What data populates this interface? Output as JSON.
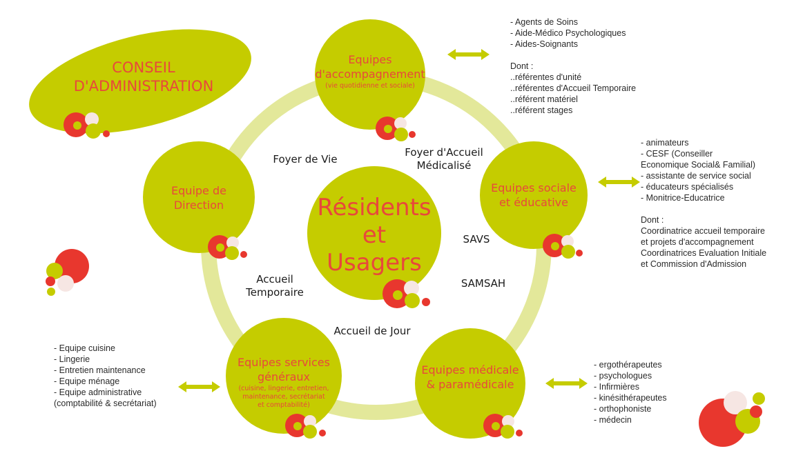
{
  "center": {
    "title": "Résidents\net\nUsagers"
  },
  "conseil": {
    "title": "CONSEIL\nD'ADMINISTRATION"
  },
  "nodes": {
    "accompagnement": {
      "title": "Equipes\nd'accompagnement",
      "subtitle": "(vie quotidienne et sociale)"
    },
    "sociale": {
      "title": "Equipes sociale\net éducative"
    },
    "medicale": {
      "title": "Equipes médicale\n& paramédicale"
    },
    "generaux": {
      "title": "Equipes  services\ngénéraux",
      "subtitle": "(cuisine, lingerie, entretien,\nmaintenance, secrétariat\net comptabilité)"
    },
    "direction": {
      "title": "Equipe de\nDirection"
    }
  },
  "labels": {
    "foyer_vie": "Foyer de Vie",
    "fam": "Foyer d'Accueil\nMédicalisé",
    "savs": "SAVS",
    "samsah": "SAMSAH",
    "accueil_temporaire": "Accueil\nTemporaire",
    "accueil_jour": "Accueil de Jour"
  },
  "lists": {
    "accompagnement": "- Agents de Soins\n- Aide-Médico Psychologiques\n- Aides-Soignants\n\nDont :\n..référentes d'unité\n..référentes d'Accueil Temporaire\n..référent matériel\n..référent stages",
    "sociale": "- animateurs\n- CESF (Conseiller\nEconomique Social& Familial)\n- assistante de service social\n- éducateurs spécialisés\n- Monitrice-Educatrice\n\nDont :\nCoordinatrice accueil temporaire\net projets d'accompagnement\nCoordinatrices Evaluation Initiale\net Commission d'Admission",
    "medicale": "- ergothérapeutes\n- psychologues\n- Infirmières\n- kinésithérapeutes\n- orthophoniste\n- médecin",
    "generaux": "- Equipe cuisine\n- Lingerie\n- Entretien maintenance\n- Equipe ménage\n- Equipe administrative\n(comptabilité & secrétariat)"
  },
  "colors": {
    "lime": "#c5cc00",
    "ring": "#e3e89a",
    "red": "#e8372e",
    "text_red": "#e8483b",
    "pale": "#f6e6e3"
  }
}
